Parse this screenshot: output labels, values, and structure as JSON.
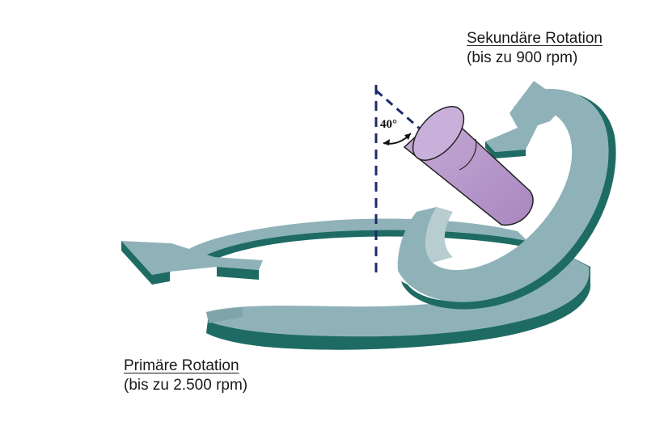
{
  "secondary": {
    "title": "Sekundäre Rotation",
    "subtitle": "(bis zu 900 rpm)"
  },
  "primary": {
    "title": "Primäre Rotation",
    "subtitle": "(bis zu 2.500 rpm)"
  },
  "angle": {
    "label": "40°",
    "degrees": 40
  },
  "colors": {
    "ring_top": "#8fb2b8",
    "ring_side": "#1e6b63",
    "ring_highlight": "#b7cdd0",
    "cylinder": "#b699c9",
    "cylinder_top": "#c9b0da",
    "axis": "#1f2a6b"
  }
}
